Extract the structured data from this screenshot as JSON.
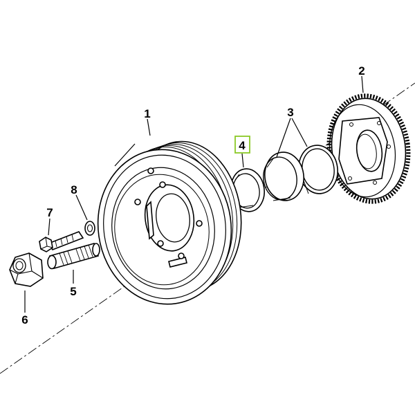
{
  "diagram": {
    "callouts": {
      "pulley": "1",
      "sprocket": "2",
      "rings": "3",
      "spacer": "4",
      "stud": "5",
      "nut": "6",
      "bolt": "7",
      "washer": "8"
    },
    "highlight_color": "#8ac926"
  }
}
